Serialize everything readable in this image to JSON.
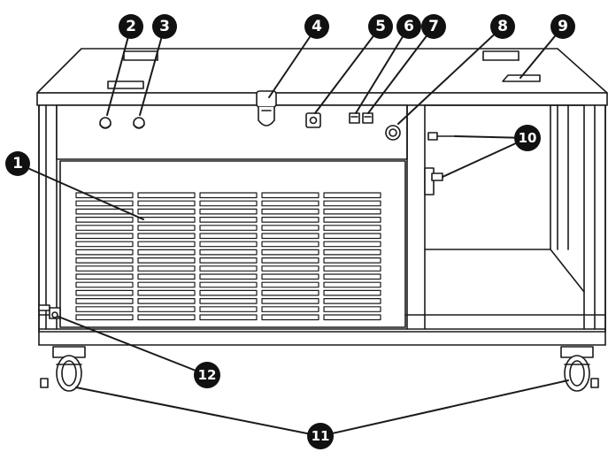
{
  "callouts": [
    {
      "id": "c1",
      "label": "1"
    },
    {
      "id": "c2",
      "label": "2"
    },
    {
      "id": "c3",
      "label": "3"
    },
    {
      "id": "c4",
      "label": "4"
    },
    {
      "id": "c5",
      "label": "5"
    },
    {
      "id": "c6",
      "label": "6"
    },
    {
      "id": "c7",
      "label": "7"
    },
    {
      "id": "c8",
      "label": "8"
    },
    {
      "id": "c9",
      "label": "9"
    },
    {
      "id": "c10",
      "label": "10"
    },
    {
      "id": "c11",
      "label": "11"
    },
    {
      "id": "c12",
      "label": "12"
    }
  ],
  "colors": {
    "line": "#1a1a1a",
    "fill": "#ffffff",
    "callout": "#111111"
  }
}
